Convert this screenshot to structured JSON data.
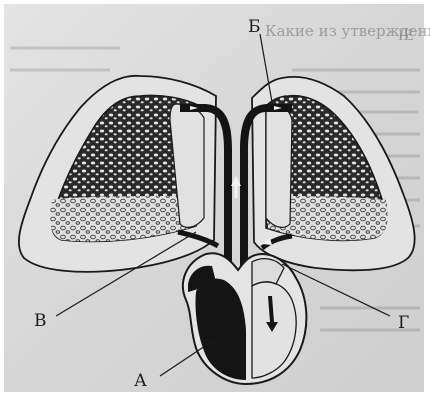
{
  "diagram": {
    "labels": {
      "A": "А",
      "B": "Б",
      "V": "В",
      "G": "Г"
    },
    "background_text": {
      "top_line": "Какие из утверждений",
      "corner_fragment": "IE"
    },
    "colors": {
      "ink": "#1a1a1a",
      "paper": "#dcdcdc",
      "page_edge": "#ffffff"
    }
  }
}
